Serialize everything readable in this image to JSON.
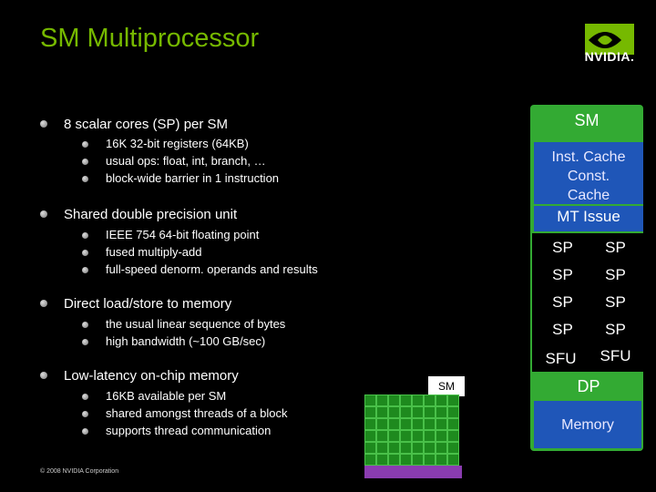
{
  "slide": {
    "title": "SM Multiprocessor",
    "logo_text": "NVIDIA.",
    "copyright": "© 2008 NVIDIA Corporation"
  },
  "bullets": [
    {
      "text": "8 scalar cores (SP) per SM",
      "sub": [
        "16K 32-bit registers (64KB)",
        "usual ops:  float, int, branch, …",
        "block-wide barrier in 1 instruction"
      ]
    },
    {
      "text": "Shared double precision unit",
      "sub": [
        "IEEE 754 64-bit floating point",
        "fused multiply-add",
        "full-speed denorm.  operands and results"
      ]
    },
    {
      "text": "Direct load/store to memory",
      "sub": [
        "the usual linear sequence of bytes",
        "high bandwidth (~100 GB/sec)"
      ]
    },
    {
      "text": "Low-latency on-chip memory",
      "sub": [
        "16KB available per SM",
        "shared amongst threads of a block",
        "supports thread communication"
      ]
    }
  ],
  "diagram": {
    "sm_label": "SM",
    "cache_lines": [
      "Inst. Cache",
      "Const.",
      "Cache"
    ],
    "mt_issue": "MT Issue",
    "sp_label": "SP",
    "sfu_label": "SFU",
    "dp_label": "DP",
    "memory_label": "Memory",
    "mini_sm_label": "SM",
    "colors": {
      "panel": "#33aa33",
      "block": "#1f56b8",
      "title": "#76b900"
    }
  }
}
